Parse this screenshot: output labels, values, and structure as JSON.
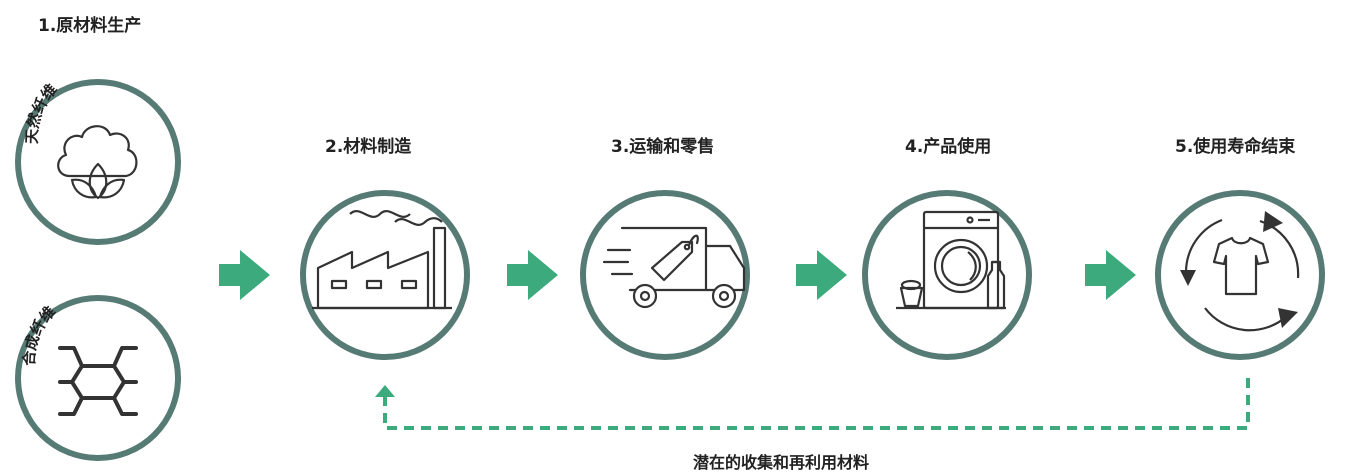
{
  "steps": {
    "raw": {
      "title": "1.原材料生产",
      "natural": "天然纤维",
      "synthetic": "合成纤维"
    },
    "manufacture": {
      "title": "2.材料制造"
    },
    "transport": {
      "title": "3.运输和零售"
    },
    "use": {
      "title": "4.产品使用"
    },
    "end": {
      "title": "5.使用寿命结束"
    }
  },
  "loop": {
    "label": "潜在的收集和再利用材料"
  },
  "colors": {
    "ring": "#567a74",
    "arrow": "#3daa7d",
    "icon": "#333333"
  }
}
